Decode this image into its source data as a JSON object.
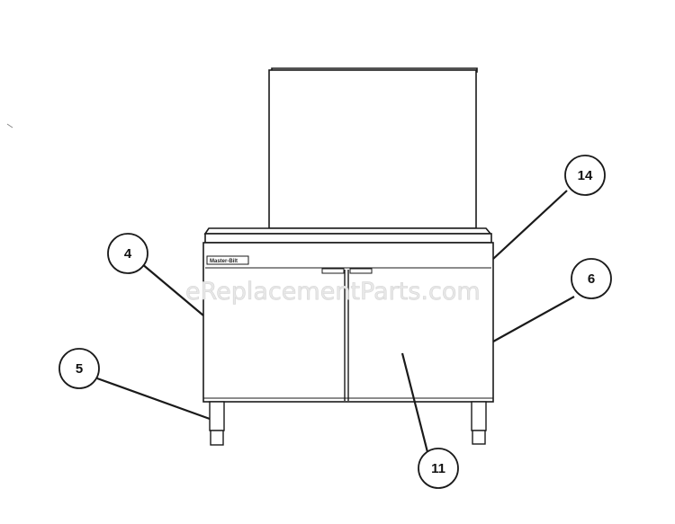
{
  "watermark": "eReplacementParts.com",
  "nameplate": "Master-Bilt",
  "callouts": [
    {
      "id": "callout-4",
      "label": "4"
    },
    {
      "id": "callout-5",
      "label": "5"
    },
    {
      "id": "callout-6",
      "label": "6"
    },
    {
      "id": "callout-11",
      "label": "11"
    },
    {
      "id": "callout-14",
      "label": "14"
    }
  ],
  "colors": {
    "line": "#1a1a1a",
    "fill": "#ffffff",
    "watermark": "#d4d4d4"
  }
}
